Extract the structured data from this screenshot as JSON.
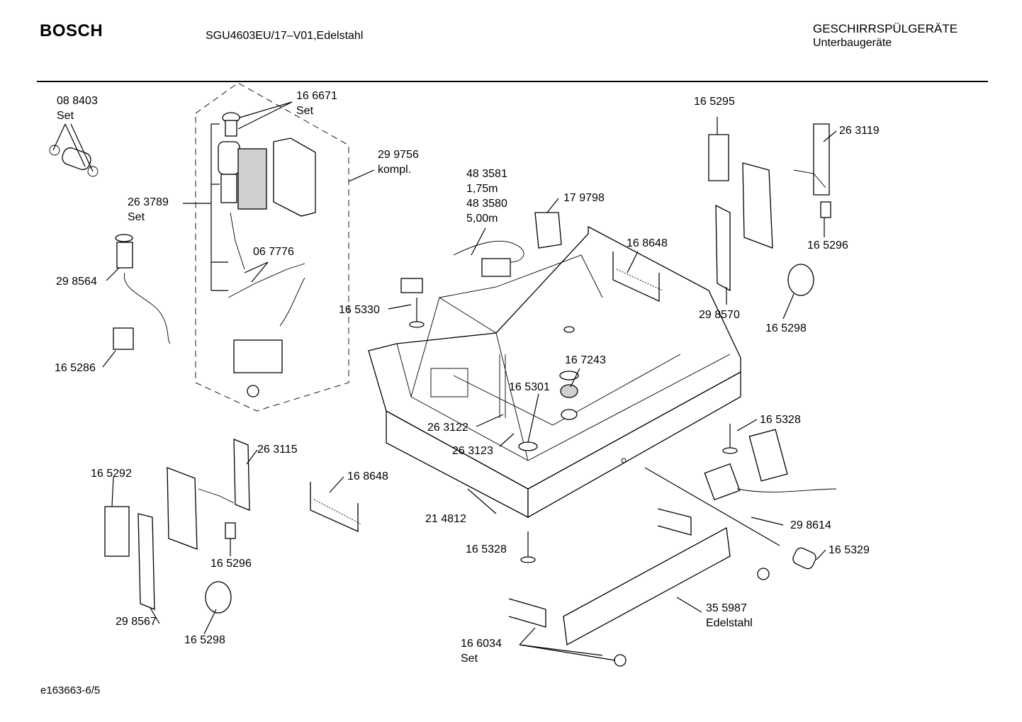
{
  "header": {
    "brand": "BOSCH",
    "model": "SGU4603EU/17–V01,Edelstahl",
    "category": "GESCHIRRSPÜLGERÄTE",
    "subcategory": "Unterbaugeräte"
  },
  "footer": {
    "drawing_id": "e163663-6/5"
  },
  "parts": [
    {
      "id": "p-088403",
      "number": "08 8403",
      "note": "Set"
    },
    {
      "id": "p-166671",
      "number": "16 6671",
      "note": "Set"
    },
    {
      "id": "p-299756",
      "number": "29 9756",
      "note": "kompl."
    },
    {
      "id": "p-263789",
      "number": "26 3789",
      "note": "Set"
    },
    {
      "id": "p-067776",
      "number": "06 7776",
      "note": ""
    },
    {
      "id": "p-298564",
      "number": "29 8564",
      "note": ""
    },
    {
      "id": "p-165286",
      "number": "16 5286",
      "note": ""
    },
    {
      "id": "p-483581",
      "number": "48 3581",
      "note": "1,75m"
    },
    {
      "id": "p-483580",
      "number": "48 3580",
      "note": "5,00m"
    },
    {
      "id": "p-179798",
      "number": "17 9798",
      "note": ""
    },
    {
      "id": "p-168648a",
      "number": "16 8648",
      "note": ""
    },
    {
      "id": "p-165330",
      "number": "16 5330",
      "note": ""
    },
    {
      "id": "p-165295",
      "number": "16 5295",
      "note": ""
    },
    {
      "id": "p-263119",
      "number": "26 3119",
      "note": ""
    },
    {
      "id": "p-165296a",
      "number": "16 5296",
      "note": ""
    },
    {
      "id": "p-298570",
      "number": "29 8570",
      "note": ""
    },
    {
      "id": "p-165298a",
      "number": "16 5298",
      "note": ""
    },
    {
      "id": "p-167243",
      "number": "16 7243",
      "note": ""
    },
    {
      "id": "p-165301",
      "number": "16 5301",
      "note": ""
    },
    {
      "id": "p-263122",
      "number": "26 3122",
      "note": ""
    },
    {
      "id": "p-263123",
      "number": "26 3123",
      "note": ""
    },
    {
      "id": "p-165328a",
      "number": "16 5328",
      "note": ""
    },
    {
      "id": "p-263115",
      "number": "26 3115",
      "note": ""
    },
    {
      "id": "p-165292",
      "number": "16 5292",
      "note": ""
    },
    {
      "id": "p-168648b",
      "number": "16 8648",
      "note": ""
    },
    {
      "id": "p-214812",
      "number": "21 4812",
      "note": ""
    },
    {
      "id": "p-165296b",
      "number": "16 5296",
      "note": ""
    },
    {
      "id": "p-298614",
      "number": "29 8614",
      "note": ""
    },
    {
      "id": "p-165329",
      "number": "16 5329",
      "note": ""
    },
    {
      "id": "p-165328b",
      "number": "16 5328",
      "note": ""
    },
    {
      "id": "p-298567",
      "number": "29 8567",
      "note": ""
    },
    {
      "id": "p-165298b",
      "number": "16 5298",
      "note": ""
    },
    {
      "id": "p-355987",
      "number": "35 5987",
      "note": "Edelstahl"
    },
    {
      "id": "p-166034",
      "number": "16 6034",
      "note": "Set"
    }
  ]
}
